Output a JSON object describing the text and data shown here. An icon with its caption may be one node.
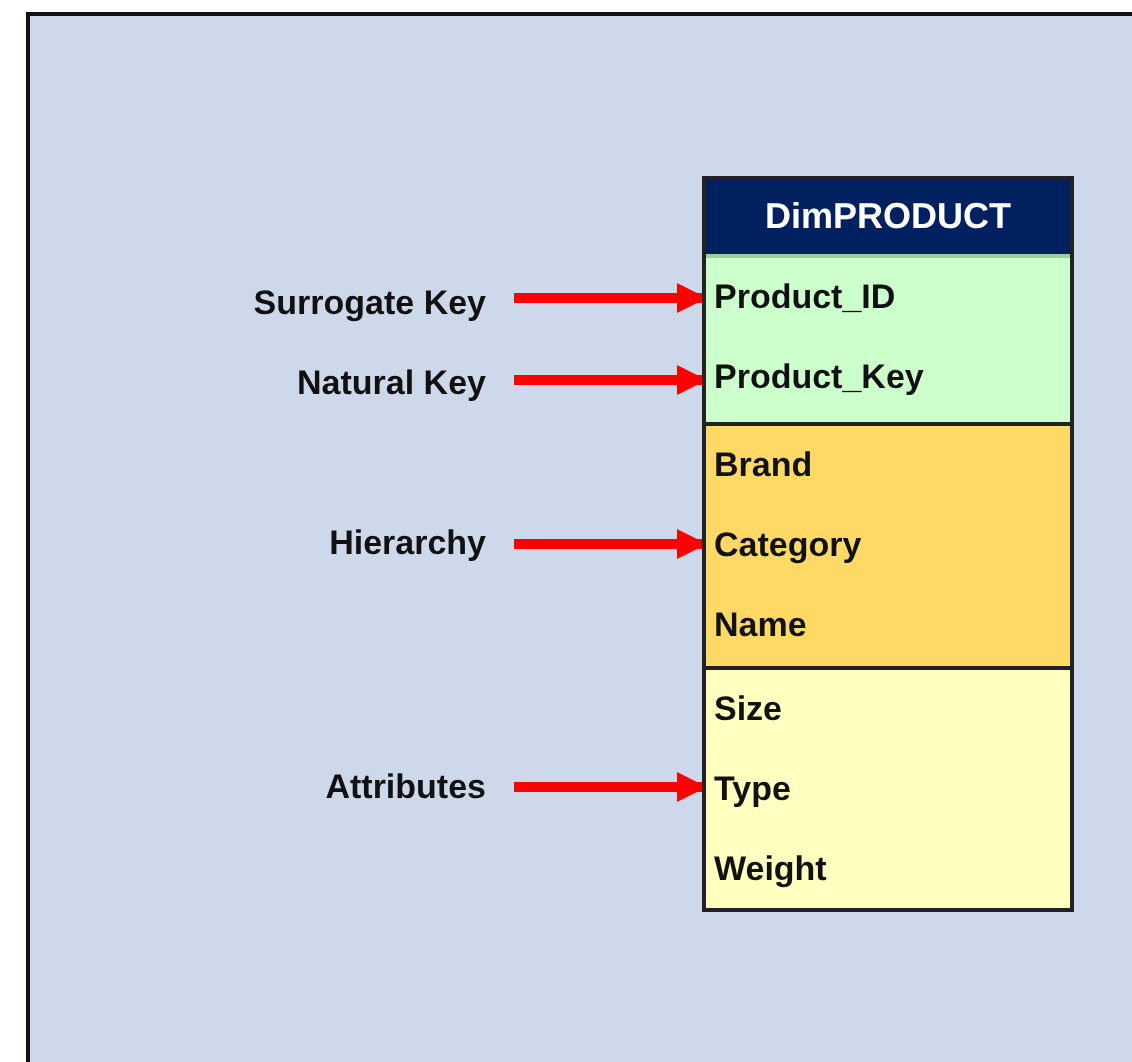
{
  "diagram": {
    "nodes": [
      {
        "text": [
          "DimPRODUCT"
        ]
      },
      {
        "text": [
          "Product_ID"
        ],
        "in": 0
      },
      {
        "text": [
          "Product_Key"
        ],
        "in": 0
      },
      {
        "text": [
          "Brand",
          "Category",
          "Name"
        ],
        "in": 0
      },
      {
        "text": [
          "Size",
          "Type",
          "Weight"
        ],
        "in": 0
      },
      {
        "text": [
          "Surrogate Key"
        ]
      },
      {
        "text": [
          "Natural Key"
        ]
      },
      {
        "text": [
          "Hierarchy"
        ]
      },
      {
        "text": [
          "Attributes"
        ]
      }
    ],
    "edges": [
      {
        "from": 5,
        "to": 1,
        "arrow": "to"
      },
      {
        "from": 6,
        "to": 2,
        "arrow": "to"
      },
      {
        "from": 7,
        "to": 3,
        "arrow": "to"
      },
      {
        "from": 8,
        "to": 4,
        "arrow": "to"
      }
    ]
  }
}
